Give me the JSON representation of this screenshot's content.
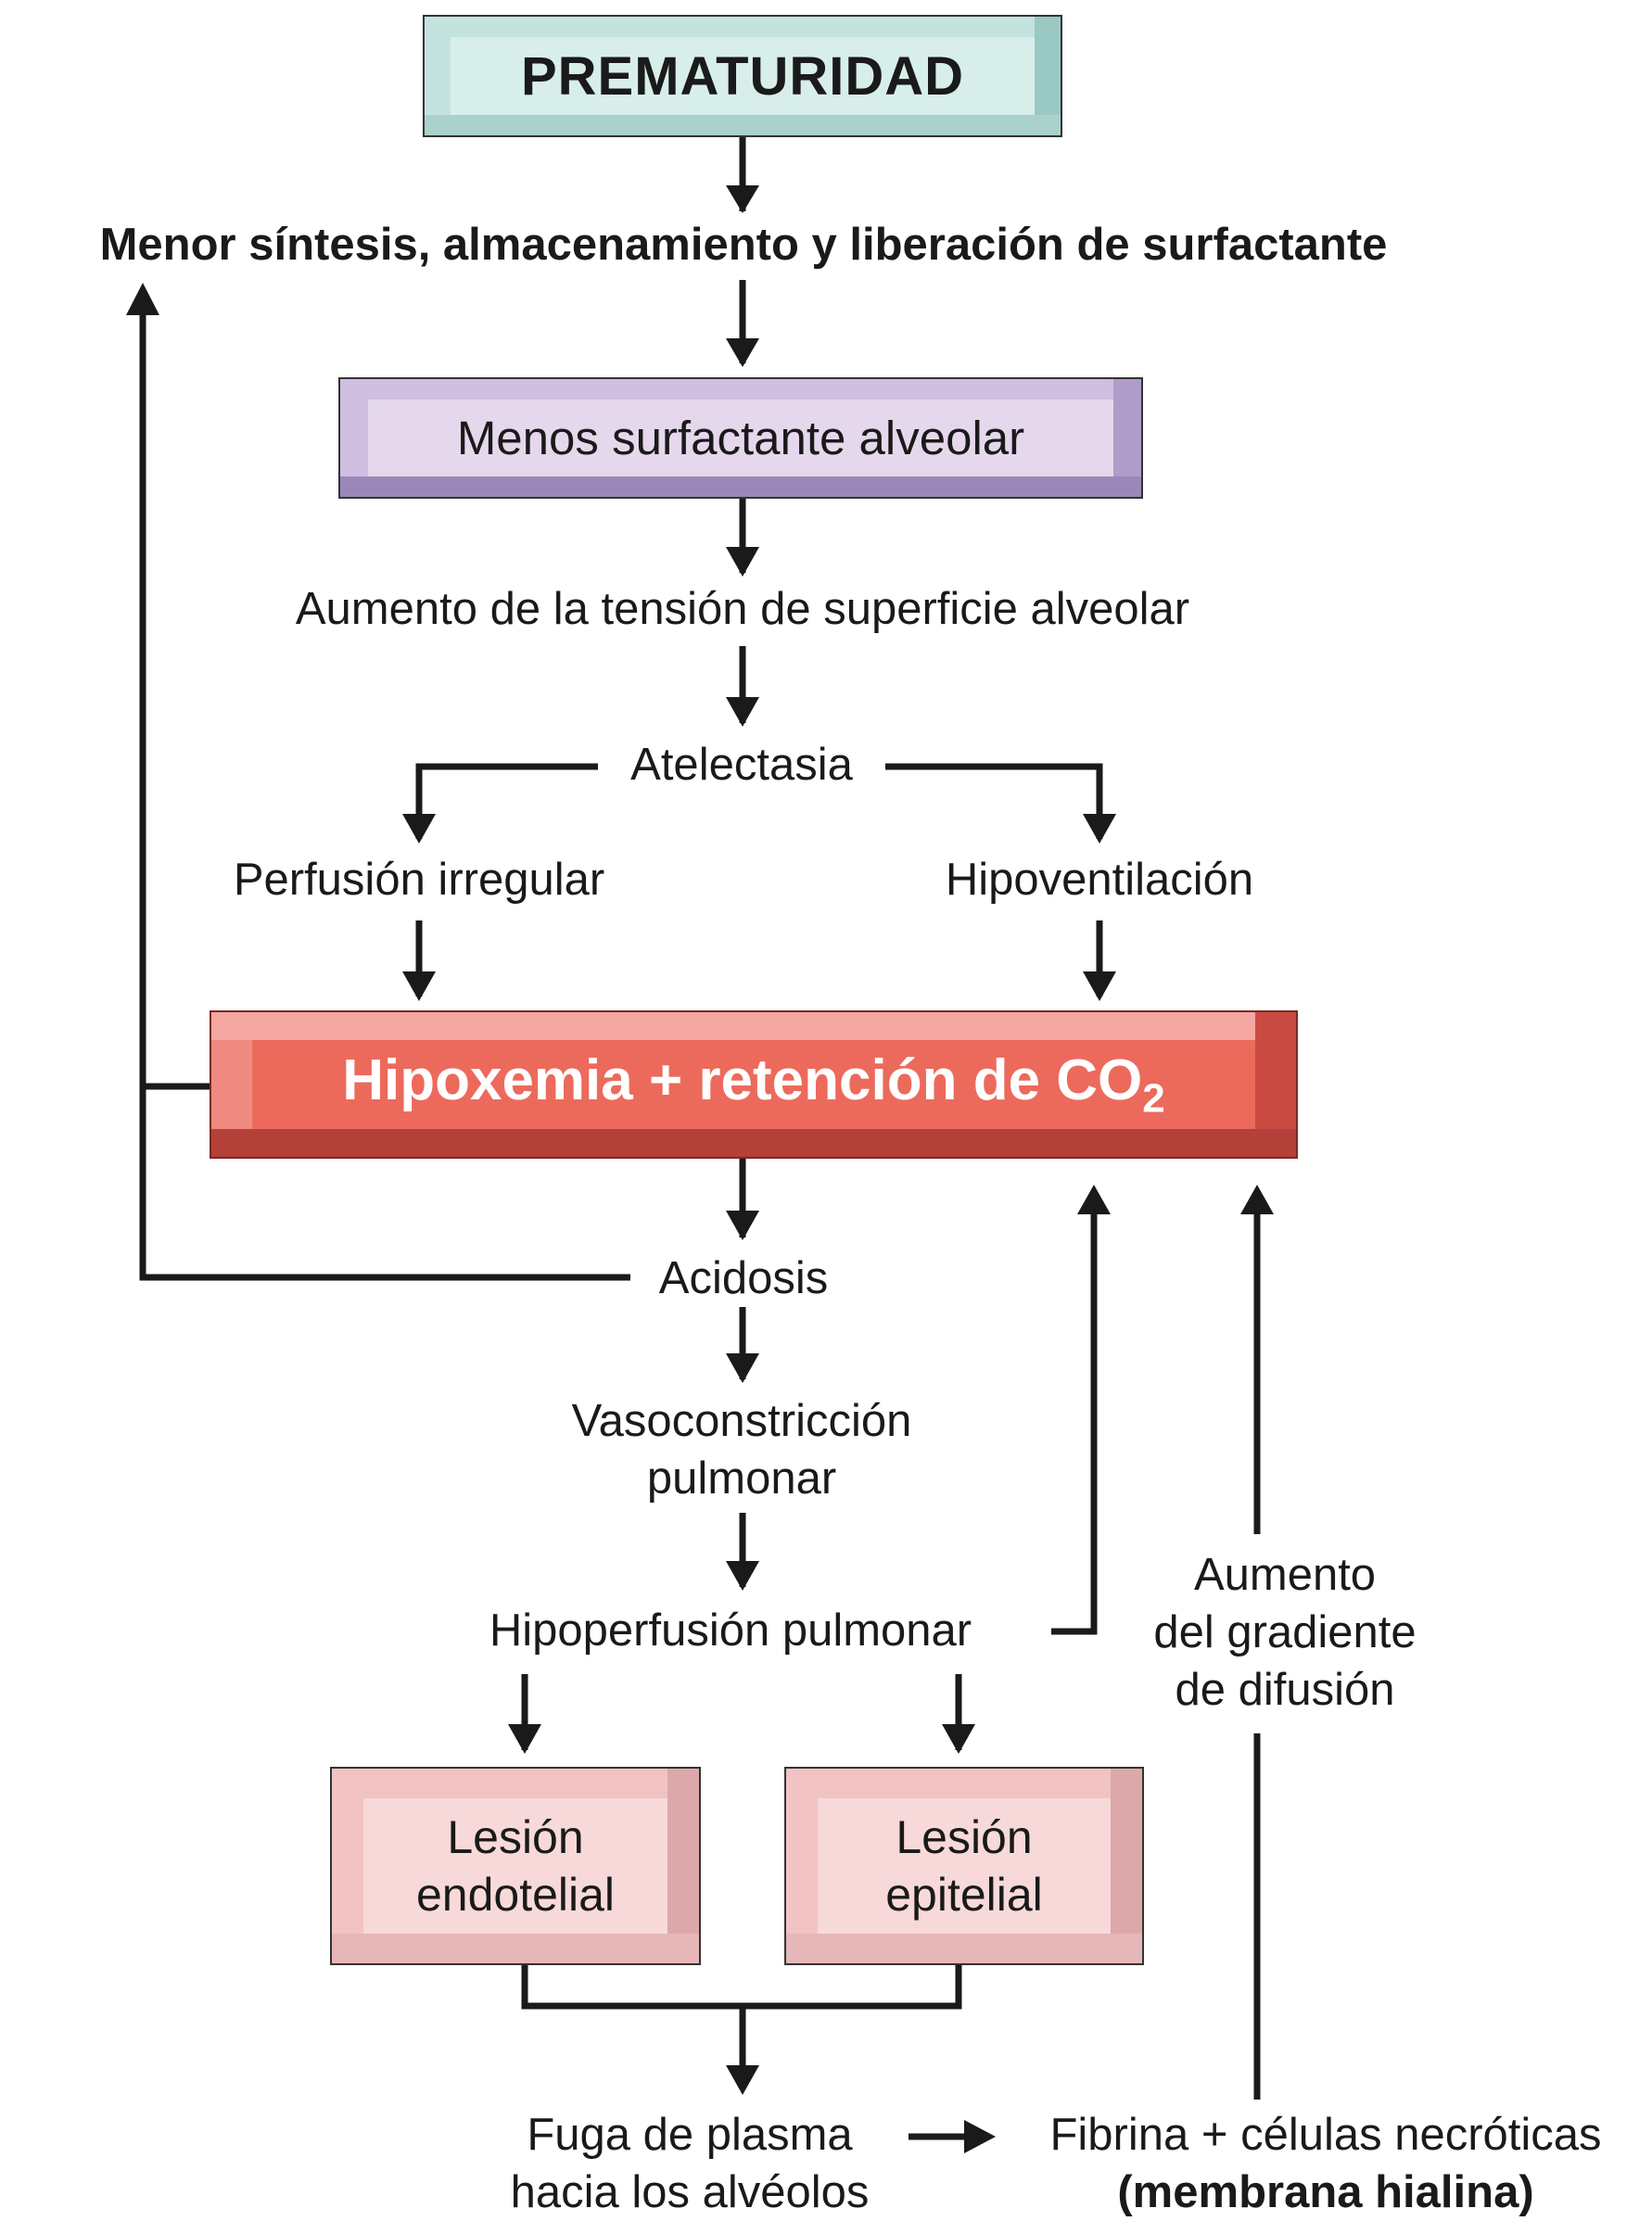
{
  "nodes": {
    "prematuridad": "PREMATURIDAD",
    "menor_sintesis": "Menor síntesis, almacenamiento y liberación de surfactante",
    "menos_surfactante": "Menos surfactante alveolar",
    "aumento_tension": "Aumento de la tensión de superficie alveolar",
    "atelectasia": "Atelectasia",
    "perfusion_irregular": "Perfusión irregular",
    "hipoventilacion": "Hipoventilación",
    "hipoxemia": "Hipoxemia + retención de CO",
    "hipoxemia_sub": "2",
    "acidosis": "Acidosis",
    "vasoconstriccion_1": "Vasoconstricción",
    "vasoconstriccion_2": "pulmonar",
    "hipoperfusion": "Hipoperfusión pulmonar",
    "aumento_gradiente_1": "Aumento",
    "aumento_gradiente_2": "del gradiente",
    "aumento_gradiente_3": "de difusión",
    "lesion_endotelial_1": "Lesión",
    "lesion_endotelial_2": "endotelial",
    "lesion_epitelial_1": "Lesión",
    "lesion_epitelial_2": "epitelial",
    "fuga_plasma_1": "Fuga de plasma",
    "fuga_plasma_2": "hacia los alvéolos",
    "fibrina_1": "Fibrina + células necróticas",
    "fibrina_2": "(membrana hialina)"
  },
  "colors": {
    "teal_box": "#d8eeeb",
    "purple_box": "#e5d8ec",
    "red_box": "#ec6a5c",
    "pink_box": "#f8d9d9",
    "line": "#1a1a1a"
  }
}
